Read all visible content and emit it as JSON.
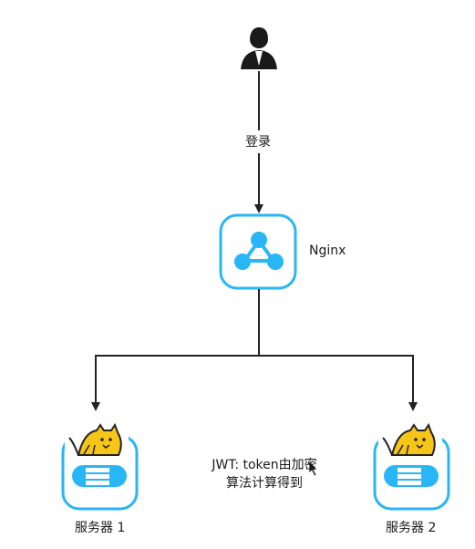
{
  "diagram": {
    "nodes": {
      "user": {
        "icon": "user-icon"
      },
      "nginx": {
        "label": "Nginx",
        "icon": "share-network-icon"
      },
      "server1": {
        "label": "服务器 1",
        "icon": "tomcat-server-icon"
      },
      "server2": {
        "label": "服务器 2",
        "icon": "tomcat-server-icon"
      }
    },
    "edges": {
      "user_to_nginx": {
        "label": "登录"
      }
    },
    "note": {
      "line1": "JWT: token由加密",
      "line2": "算法计算得到"
    },
    "colors": {
      "accent": "#29b6f6",
      "line": "#222222",
      "tomcat_yellow": "#f5c518",
      "tomcat_black": "#222222"
    }
  }
}
